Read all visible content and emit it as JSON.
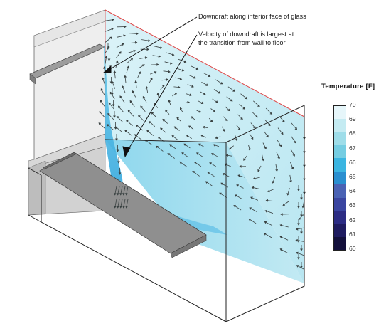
{
  "annotations": [
    {
      "id": "callout1",
      "lines": [
        "Downdraft along interior face of glass"
      ]
    },
    {
      "id": "callout2",
      "lines": [
        "Velocity of downdraft is largest at",
        "the transition from wall to floor"
      ]
    }
  ],
  "legend": {
    "title": "Temperature [F]",
    "ticks": [
      "70",
      "69",
      "68",
      "67",
      "66",
      "65",
      "64",
      "63",
      "62",
      "61",
      "60"
    ],
    "colors": [
      "#e6f6fa",
      "#c4ebf2",
      "#9edde9",
      "#75cde2",
      "#3bb5e1",
      "#2a8fd0",
      "#4a62b4",
      "#3a45a0",
      "#2c2c84",
      "#1f1c60",
      "#13103c"
    ]
  },
  "colors": {
    "glass_fill": "#c9ecf4",
    "glass_edge": "#e04646",
    "downdraft": "#49b7e3",
    "arrow": "#3a4242",
    "box_edge": "#222222",
    "wall_grey": "#dddddd",
    "shelf_grey": "#9a9a9a"
  }
}
